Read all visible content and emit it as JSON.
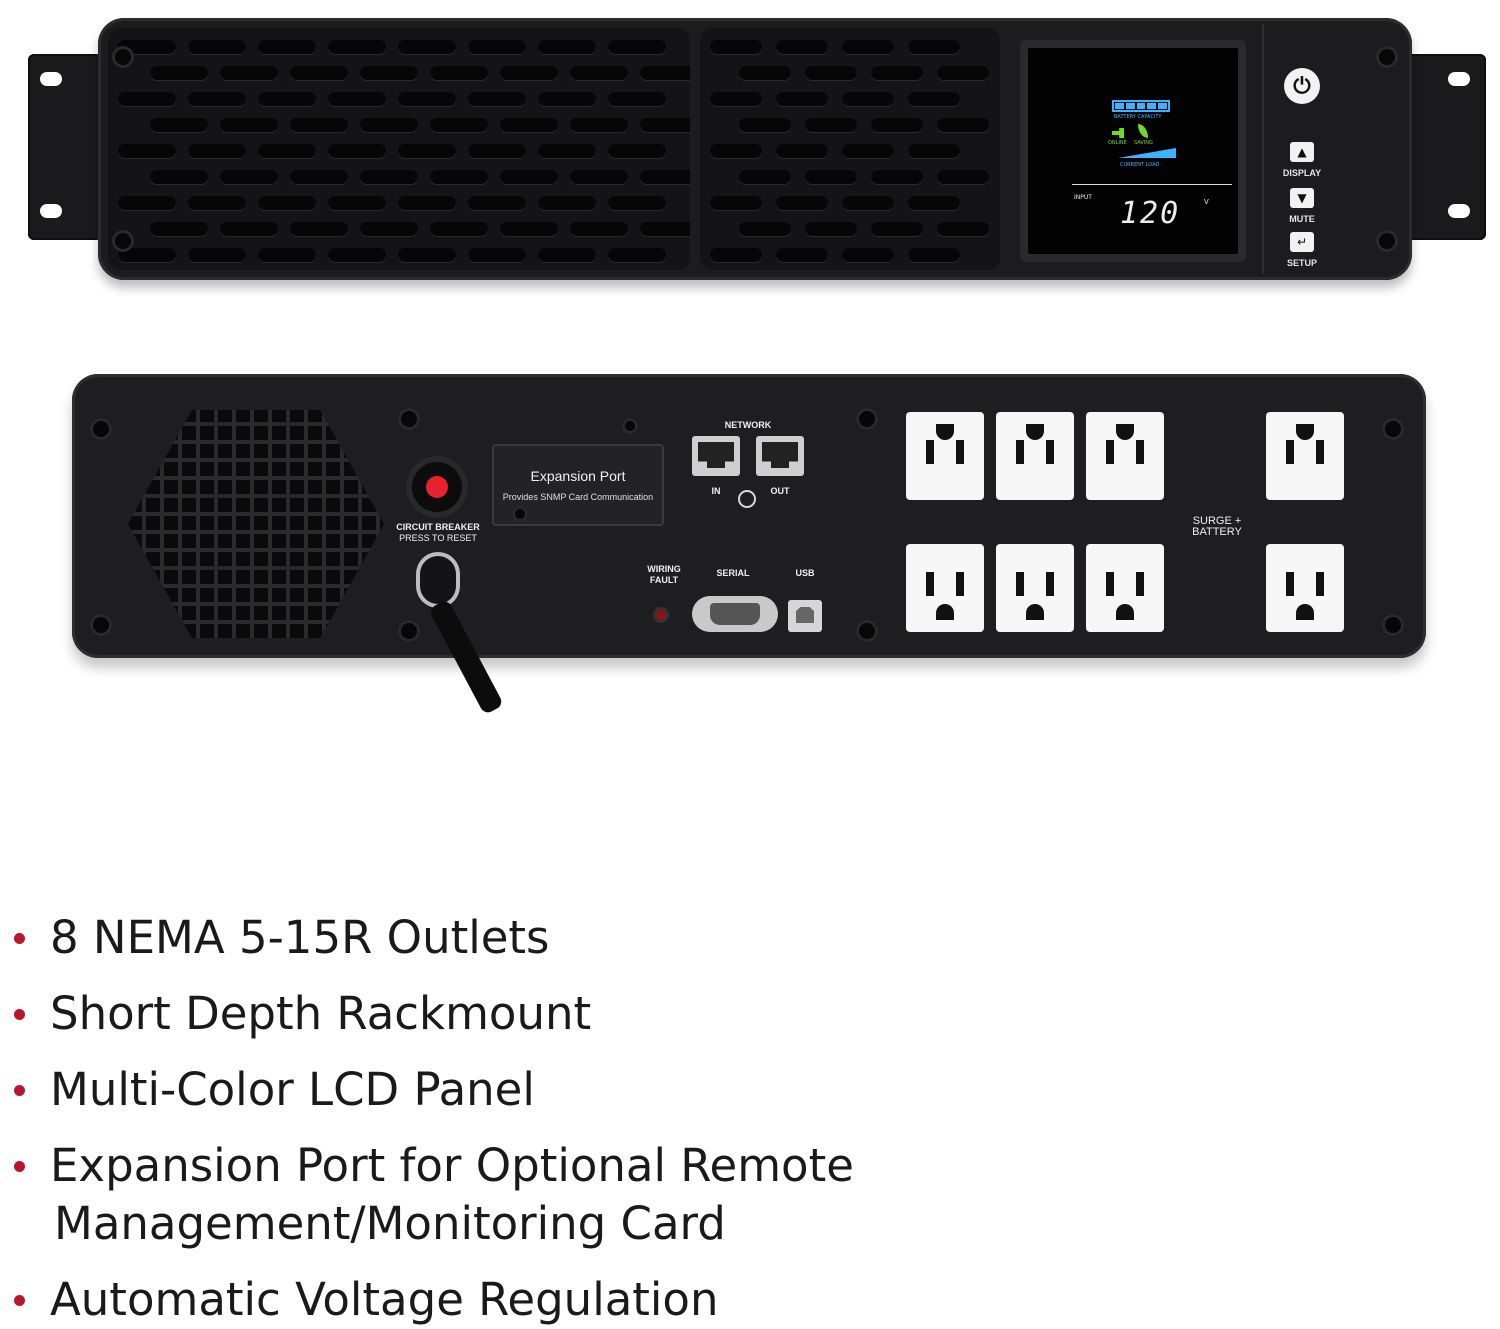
{
  "front_panel": {
    "lcd": {
      "battery_capacity_label": "BATTERY CAPACITY",
      "online_label": "ONLINE",
      "saving_label": "SAVING",
      "current_load_label": "CURRENT LOAD",
      "input_label": "INPUT",
      "voltage": "120",
      "voltage_unit": "V"
    },
    "buttons": {
      "display": "DISPLAY",
      "mute": "MUTE",
      "setup": "SETUP"
    },
    "icons": [
      "power-icon",
      "up-arrow-icon",
      "down-arrow-icon",
      "enter-icon"
    ]
  },
  "rear_panel": {
    "circuit_breaker": "CIRCUIT BREAKER",
    "press_to_reset": "PRESS TO RESET",
    "expansion_title": "Expansion Port",
    "expansion_sub": "Provides SNMP Card Communication",
    "network": "NETWORK",
    "network_in": "IN",
    "network_out": "OUT",
    "wiring_fault": "WIRING FAULT",
    "serial": "SERIAL",
    "usb": "USB",
    "surge_battery": "SURGE + BATTERY",
    "outlet_count": 8
  },
  "features": [
    "8 NEMA 5-15R Outlets",
    "Short Depth Rackmount",
    "Multi-Color LCD Panel",
    "Expansion Port for Optional Remote",
    "Management/Monitoring Card",
    "Automatic Voltage Regulation"
  ],
  "colors": {
    "bullet": "#b7162e",
    "chassis": "#1c1c1f",
    "lcd_blue": "#3bb4ff",
    "lcd_green": "#6bdc2a"
  }
}
